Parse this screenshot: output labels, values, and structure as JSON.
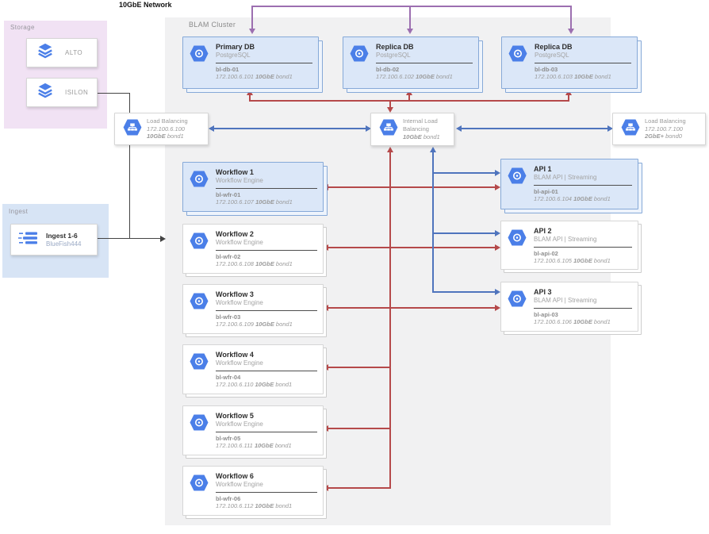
{
  "title": "10GbE Network",
  "colors": {
    "arrow_red": "#b5494a",
    "arrow_blue": "#4f74bd",
    "arrow_purple": "#9c6fb0",
    "arrow_black": "#444444",
    "node_highlight_fill": "#dbe7f8",
    "node_highlight_border": "#86a9d8",
    "icon_blue": "#4b7fe8",
    "storage_panel_bg": "#f1e2f4",
    "ingest_panel_bg": "#d7e4f5",
    "cluster_panel_bg": "#f1f1f2"
  },
  "panels": {
    "storage": {
      "label": "Storage"
    },
    "ingest": {
      "label": "Ingest"
    },
    "cluster": {
      "label": "BLAM Cluster"
    }
  },
  "storage_items": [
    {
      "label": "ALTO"
    },
    {
      "label": "ISILON"
    }
  ],
  "ingest_node": {
    "title": "Ingest 1-6",
    "subtitle": "BlueFish444"
  },
  "db_nodes": [
    {
      "title": "Primary DB",
      "subtitle": "PostgreSQL",
      "hostname": "bl-db-01",
      "ip": "172.100.6.101",
      "speed": "10GbE",
      "bond": "bond1"
    },
    {
      "title": "Replica DB",
      "subtitle": "PostgreSQL",
      "hostname": "bl-db-02",
      "ip": "172.100.6.102",
      "speed": "10GbE",
      "bond": "bond1"
    },
    {
      "title": "Replica DB",
      "subtitle": "PostgreSQL",
      "hostname": "bl-db-03",
      "ip": "172.100.6.103",
      "speed": "10GbE",
      "bond": "bond1"
    }
  ],
  "load_balancers": {
    "left": {
      "title": "Load Balancing",
      "ip": "172.100.6.100",
      "speed": "10GbE",
      "bond": "bond1"
    },
    "internal": {
      "title_line1": "Internal Load",
      "title_line2": "Balancing",
      "speed": "10GbE",
      "bond": "bond1"
    },
    "right": {
      "title": "Load Balancing",
      "ip": "172.100.7.100",
      "speed": "2GbE+",
      "bond": "bond0"
    }
  },
  "workflow_nodes": [
    {
      "title": "Workflow 1",
      "subtitle": "Workflow Engine",
      "hostname": "bl-wfr-01",
      "ip": "172.100.6.107",
      "speed": "10GbE",
      "bond": "bond1"
    },
    {
      "title": "Workflow 2",
      "subtitle": "Workflow Engine",
      "hostname": "bl-wfr-02",
      "ip": "172.100.6.108",
      "speed": "10GbE",
      "bond": "bond1"
    },
    {
      "title": "Workflow 3",
      "subtitle": "Workflow Engine",
      "hostname": "bl-wfr-03",
      "ip": "172.100.6.109",
      "speed": "10GbE",
      "bond": "bond1"
    },
    {
      "title": "Workflow 4",
      "subtitle": "Workflow Engine",
      "hostname": "bl-wfr-04",
      "ip": "172.100.6.110",
      "speed": "10GbE",
      "bond": "bond1"
    },
    {
      "title": "Workflow 5",
      "subtitle": "Workflow Engine",
      "hostname": "bl-wfr-05",
      "ip": "172.100.6.111",
      "speed": "10GbE",
      "bond": "bond1"
    },
    {
      "title": "Workflow 6",
      "subtitle": "Workflow Engine",
      "hostname": "bl-wfr-06",
      "ip": "172.100.6.112",
      "speed": "10GbE",
      "bond": "bond1"
    }
  ],
  "api_nodes": [
    {
      "title": "API 1",
      "subtitle": "BLAM API | Streaming",
      "hostname": "bl-api-01",
      "ip": "172.100.6.104",
      "speed": "10GbE",
      "bond": "bond1"
    },
    {
      "title": "API 2",
      "subtitle": "BLAM API | Streaming",
      "hostname": "bl-api-02",
      "ip": "172.100.6.105",
      "speed": "10GbE",
      "bond": "bond1"
    },
    {
      "title": "API 3",
      "subtitle": "BLAM API | Streaming",
      "hostname": "bl-api-03",
      "ip": "172.100.6.106",
      "speed": "10GbE",
      "bond": "bond1"
    }
  ]
}
